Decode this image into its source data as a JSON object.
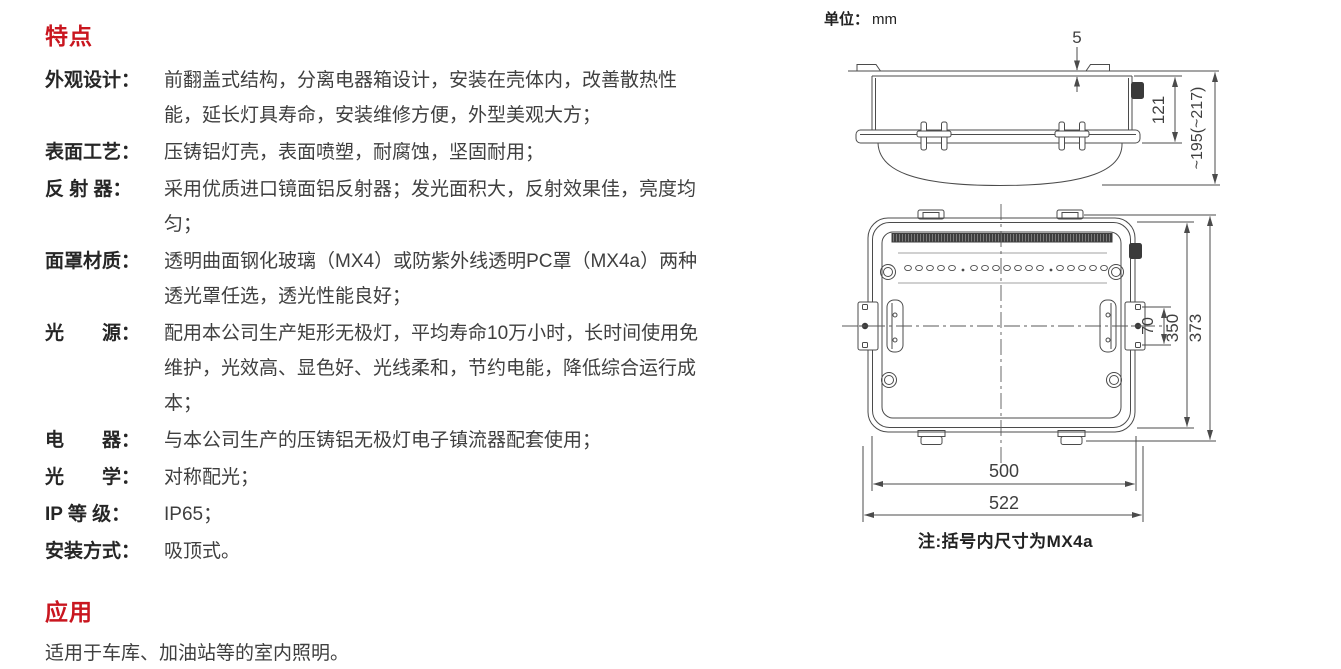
{
  "features": {
    "title": "特点",
    "items": [
      {
        "label": "外观设计：",
        "text": "前翻盖式结构，分离电器箱设计，安装在壳体内，改善散热性能，延长灯具寿命，安装维修方便，外型美观大方；"
      },
      {
        "label": "表面工艺：",
        "text": "压铸铝灯壳，表面喷塑，耐腐蚀，坚固耐用；"
      },
      {
        "label": "反 射 器：",
        "text": "采用优质进口镜面铝反射器；发光面积大，反射效果佳，亮度均匀；"
      },
      {
        "label": "面罩材质：",
        "text": "透明曲面钢化玻璃（MX4）或防紫外线透明PC罩（MX4a）两种透光罩任选，透光性能良好；"
      },
      {
        "label": "光　　源：",
        "text": "配用本公司生产矩形无极灯，平均寿命10万小时，长时间使用免维护，光效高、显色好、光线柔和，节约电能，降低综合运行成本；"
      },
      {
        "label": "电　　器：",
        "text": "与本公司生产的压铸铝无极灯电子镇流器配套使用；"
      },
      {
        "label": "光　　学：",
        "text": "对称配光；"
      },
      {
        "label": "IP 等 级：",
        "text": "IP65；"
      },
      {
        "label": "安装方式：",
        "text": "吸顶式。"
      }
    ]
  },
  "application": {
    "title": "应用",
    "text": "适用于车库、加油站等的室内照明。"
  },
  "diagram": {
    "unit_label_prefix": "单位：",
    "unit_label_value": "mm",
    "note": "注:括号内尺寸为MX4a",
    "dimensions": {
      "top_gap": "5",
      "housing_height": "121",
      "total_height": "~195(~217)",
      "bracket_hole_spacing": "70",
      "mounting_width": "350",
      "overall_width": "373",
      "inner_length": "500",
      "overall_length": "522"
    }
  },
  "colors": {
    "heading_red": "#c9161f",
    "body_text": "#3f3f3f",
    "line_gray": "#4b4b4b"
  }
}
